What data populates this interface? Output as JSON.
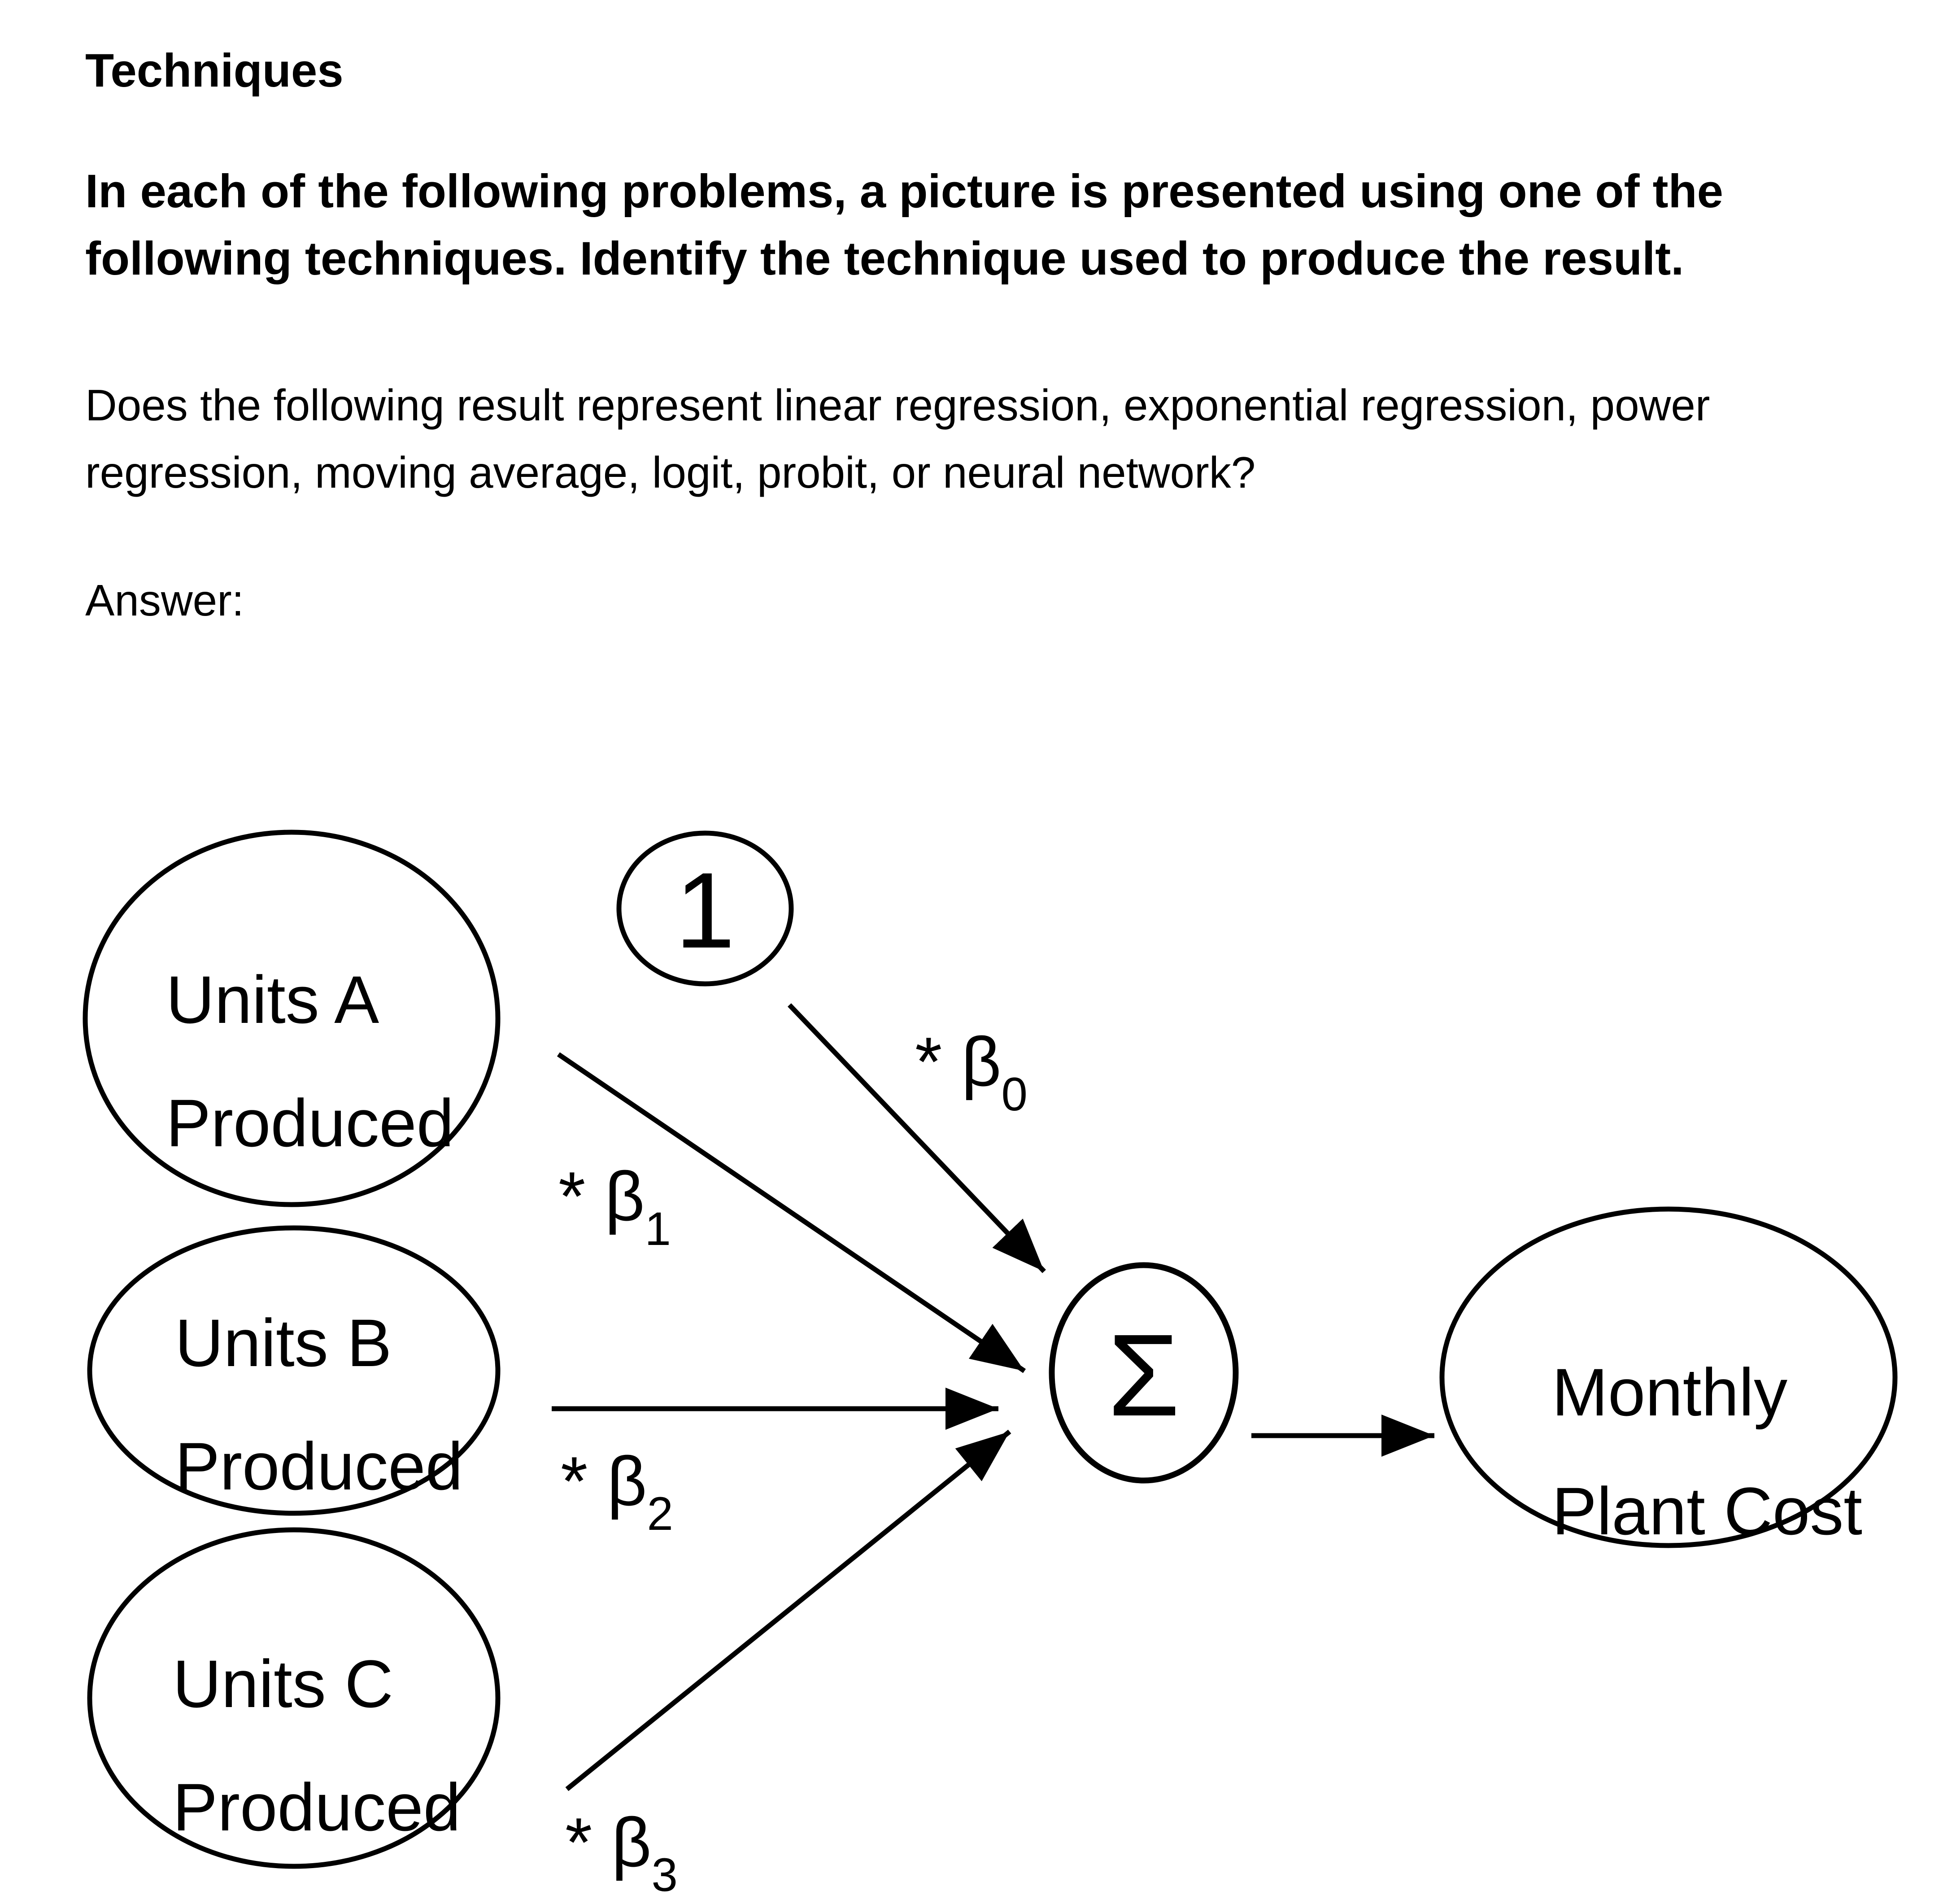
{
  "page": {
    "background_color": "#ffffff",
    "text_color": "#000000"
  },
  "header": {
    "title": "Techniques",
    "intro_bold_lines": [
      "In each of the following problems, a picture is presented using one of the",
      "following techniques. Identify the technique used to produce the result."
    ],
    "question_lines": [
      "Does the following result represent linear regression, exponential regression, power",
      "regression, moving average, logit, probit, or neural network?"
    ],
    "answer_label": "Answer:"
  },
  "diagram": {
    "bias_node": {
      "value": "1"
    },
    "input_nodes": [
      {
        "id": "units-a",
        "lines": [
          "Units A",
          "Produced"
        ]
      },
      {
        "id": "units-b",
        "lines": [
          "Units B",
          "Produced"
        ]
      },
      {
        "id": "units-c",
        "lines": [
          "Units C",
          "Produced"
        ]
      }
    ],
    "weights": [
      {
        "label": "* β",
        "subscript": "0"
      },
      {
        "label": "* β",
        "subscript": "1"
      },
      {
        "label": "* β",
        "subscript": "2"
      },
      {
        "label": "* β",
        "subscript": "3"
      }
    ],
    "sum_node": {
      "symbol": "Σ"
    },
    "output_node": {
      "lines": [
        "Monthly",
        "Plant Cost"
      ]
    }
  }
}
